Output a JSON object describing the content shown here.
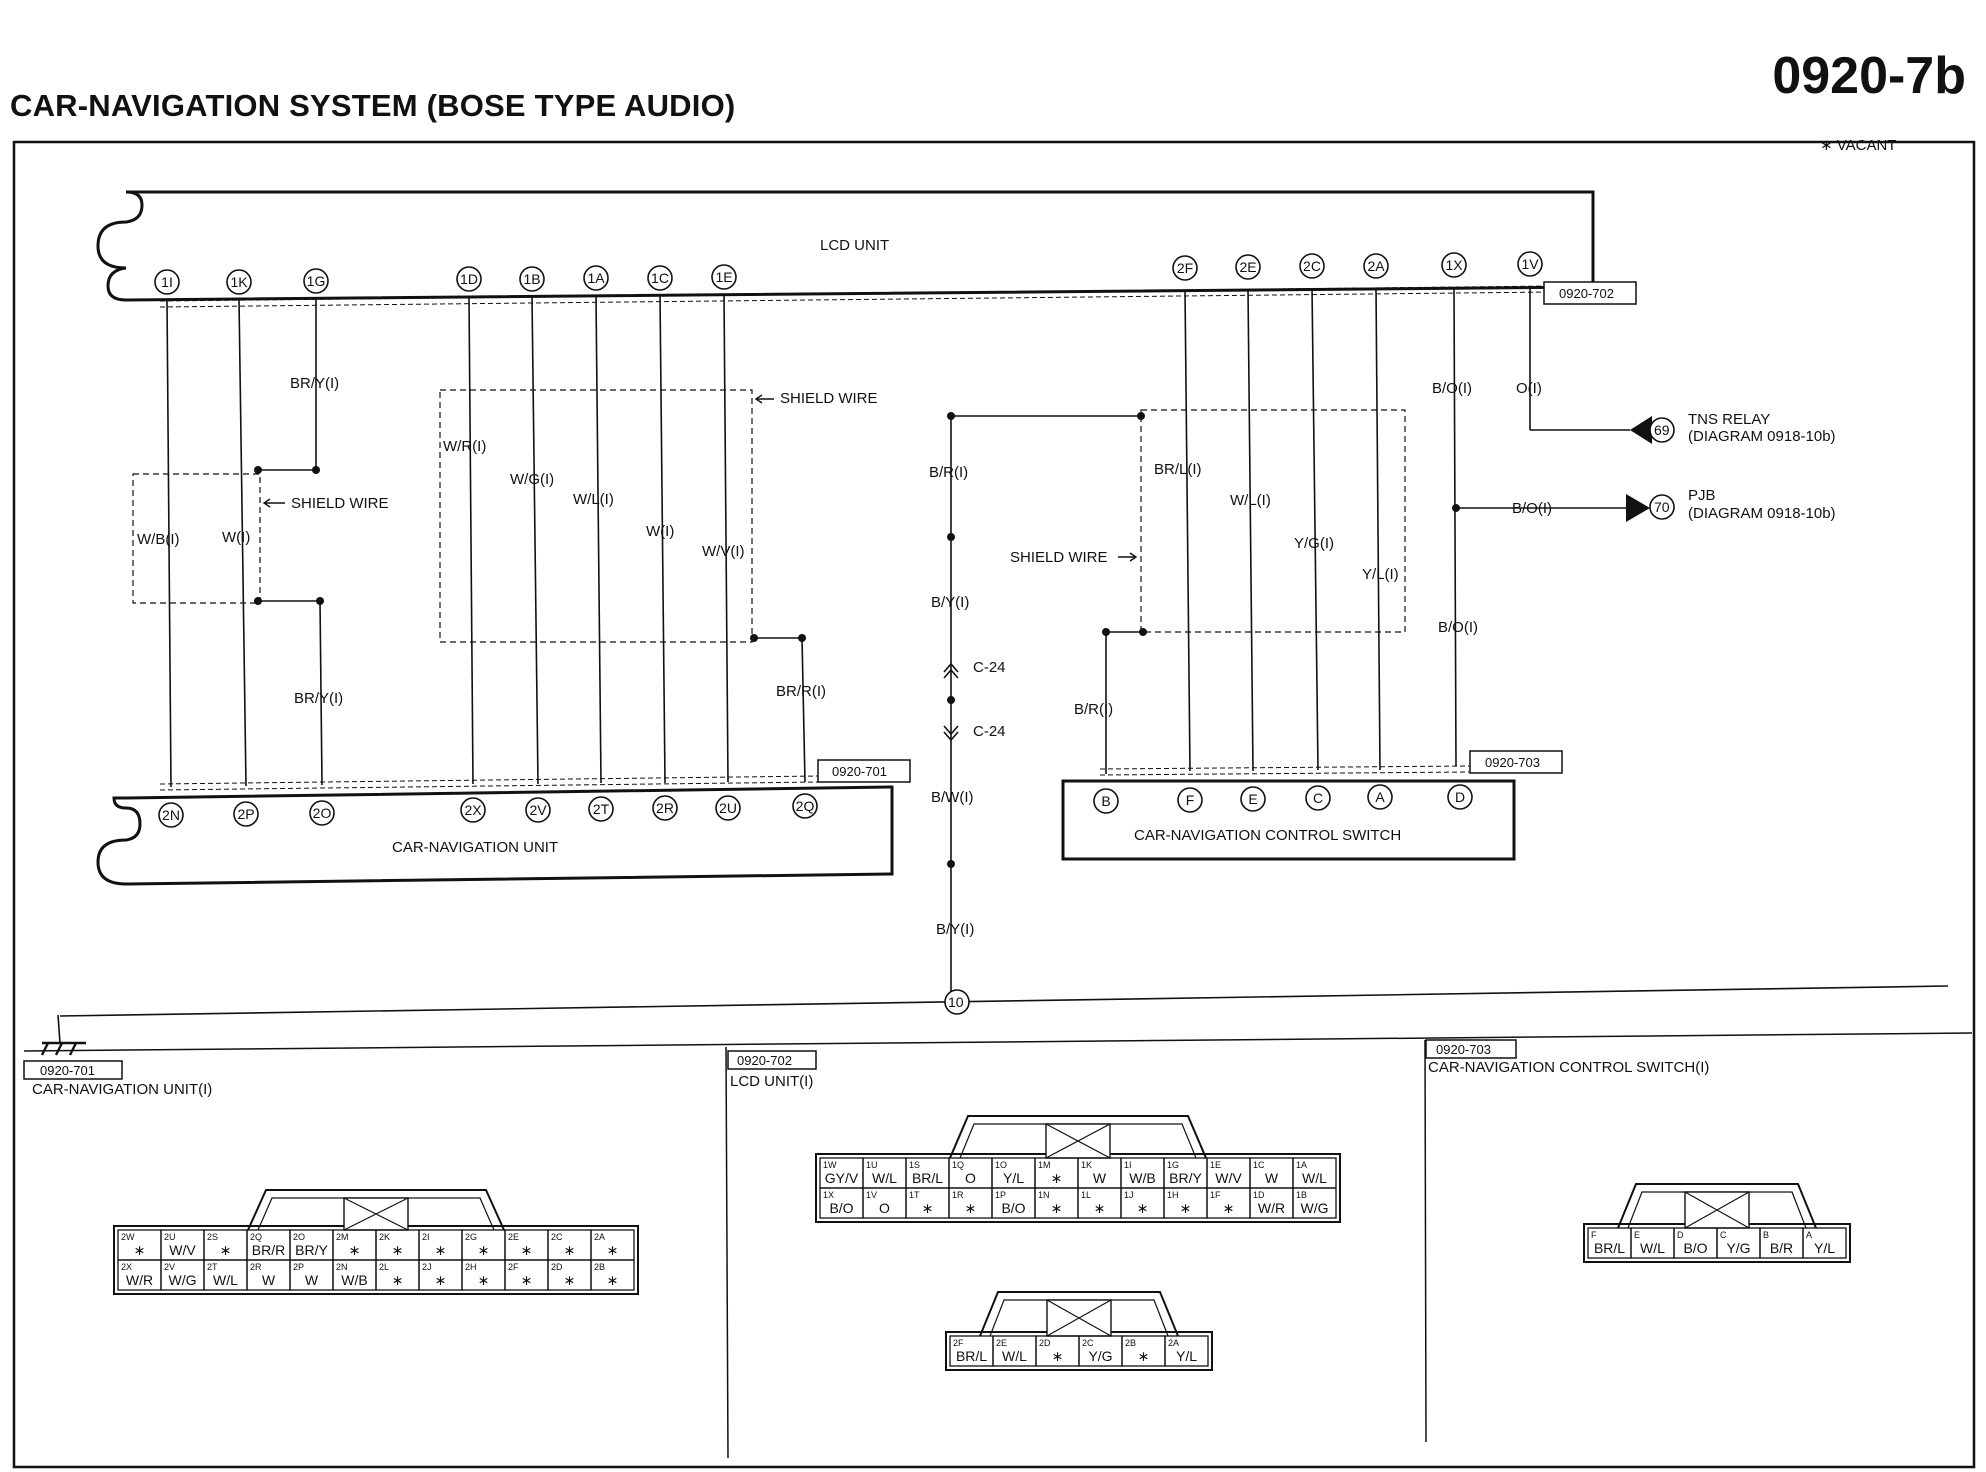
{
  "page": {
    "title": "CAR-NAVIGATION SYSTEM (BOSE TYPE AUDIO)",
    "code": "0920-7b"
  },
  "vacant_note": "∗ VACANT",
  "units": {
    "lcd": "LCD UNIT",
    "nav": "CAR-NAVIGATION UNIT",
    "switch": "CAR-NAVIGATION CONTROL SWITCH"
  },
  "connector_refs": {
    "c702": "0920-702",
    "c701": "0920-701",
    "c703": "0920-703"
  },
  "shield_wire": "SHIELD WIRE",
  "lcd_pins_left": [
    "1I",
    "1K",
    "1G",
    "1D",
    "1B",
    "1A",
    "1C",
    "1E"
  ],
  "lcd_pins_right": [
    "2F",
    "2E",
    "2C",
    "2A",
    "1X",
    "1V"
  ],
  "nav_pins": [
    "2N",
    "2P",
    "2O",
    "2X",
    "2V",
    "2T",
    "2R",
    "2U",
    "2Q"
  ],
  "switch_pins": [
    "B",
    "F",
    "E",
    "C",
    "A",
    "D"
  ],
  "wires": {
    "w_b": "W/B(I)",
    "w": "W(I)",
    "br_y": "BR/Y(I)",
    "w_r": "W/R(I)",
    "w_g": "W/G(I)",
    "w_l": "W/L(I)",
    "w_v": "W/V(I)",
    "br_r": "BR/R(I)",
    "b_r": "B/R(I)",
    "b_y": "B/Y(I)",
    "b_w": "B/W(I)",
    "br_l": "BR/L(I)",
    "y_g": "Y/G(I)",
    "y_l": "Y/L(I)",
    "b_o": "B/O(I)",
    "o": "O(I)"
  },
  "connector_c24": "C-24",
  "ground_no": "10",
  "tns": {
    "num": "69",
    "name": "TNS RELAY",
    "ref": "(DIAGRAM 0918-10b)"
  },
  "pjb": {
    "num": "70",
    "name": "PJB",
    "ref": "(DIAGRAM  0918-10b)"
  },
  "bottom": {
    "p701": {
      "ref": "0920-701",
      "title": "CAR-NAVIGATION UNIT(I)",
      "rows": [
        [
          [
            "2W",
            "∗"
          ],
          [
            "2U",
            "W/V"
          ],
          [
            "2S",
            "∗"
          ],
          [
            "2Q",
            "BR/R"
          ],
          [
            "2O",
            "BR/Y"
          ],
          [
            "2M",
            "∗"
          ],
          [
            "2K",
            "∗"
          ],
          [
            "2I",
            "∗"
          ],
          [
            "2G",
            "∗"
          ],
          [
            "2E",
            "∗"
          ],
          [
            "2C",
            "∗"
          ],
          [
            "2A",
            "∗"
          ]
        ],
        [
          [
            "2X",
            "W/R"
          ],
          [
            "2V",
            "W/G"
          ],
          [
            "2T",
            "W/L"
          ],
          [
            "2R",
            "W"
          ],
          [
            "2P",
            "W"
          ],
          [
            "2N",
            "W/B"
          ],
          [
            "2L",
            "∗"
          ],
          [
            "2J",
            "∗"
          ],
          [
            "2H",
            "∗"
          ],
          [
            "2F",
            "∗"
          ],
          [
            "2D",
            "∗"
          ],
          [
            "2B",
            "∗"
          ]
        ]
      ]
    },
    "p702": {
      "ref": "0920-702",
      "title": "LCD UNIT(I)",
      "rows": [
        [
          [
            "1W",
            "GY/V"
          ],
          [
            "1U",
            "W/L"
          ],
          [
            "1S",
            "BR/L"
          ],
          [
            "1Q",
            "O"
          ],
          [
            "1O",
            "Y/L"
          ],
          [
            "1M",
            "∗"
          ],
          [
            "1K",
            "W"
          ],
          [
            "1I",
            "W/B"
          ],
          [
            "1G",
            "BR/Y"
          ],
          [
            "1E",
            "W/V"
          ],
          [
            "1C",
            "W"
          ],
          [
            "1A",
            "W/L"
          ]
        ],
        [
          [
            "1X",
            "B/O"
          ],
          [
            "1V",
            "O"
          ],
          [
            "1T",
            "∗"
          ],
          [
            "1R",
            "∗"
          ],
          [
            "1P",
            "B/O"
          ],
          [
            "1N",
            "∗"
          ],
          [
            "1L",
            "∗"
          ],
          [
            "1J",
            "∗"
          ],
          [
            "1H",
            "∗"
          ],
          [
            "1F",
            "∗"
          ],
          [
            "1D",
            "W/R"
          ],
          [
            "1B",
            "W/G"
          ]
        ]
      ],
      "row2": [
        [
          "2F",
          "BR/L"
        ],
        [
          "2E",
          "W/L"
        ],
        [
          "2D",
          "∗"
        ],
        [
          "2C",
          "Y/G"
        ],
        [
          "2B",
          "∗"
        ],
        [
          "2A",
          "Y/L"
        ]
      ]
    },
    "p703": {
      "ref": "0920-703",
      "title": "CAR-NAVIGATION CONTROL SWITCH(I)",
      "row": [
        [
          "F",
          "BR/L"
        ],
        [
          "E",
          "W/L"
        ],
        [
          "D",
          "B/O"
        ],
        [
          "C",
          "Y/G"
        ],
        [
          "B",
          "B/R"
        ],
        [
          "A",
          "Y/L"
        ]
      ]
    }
  }
}
